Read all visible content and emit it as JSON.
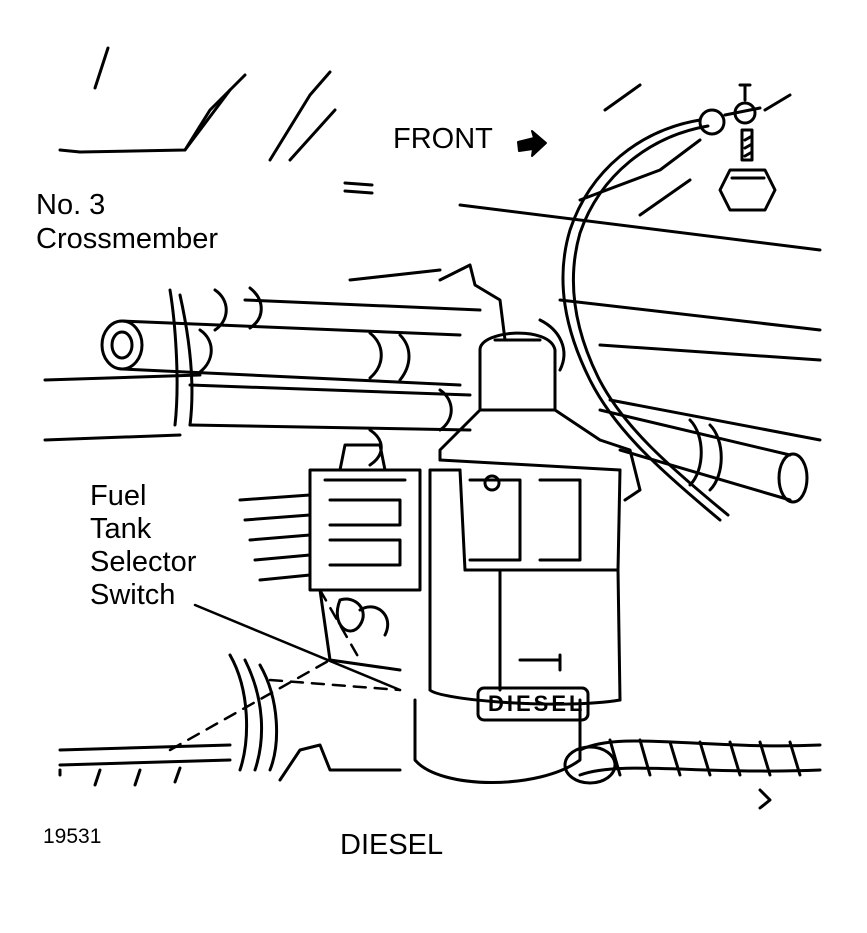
{
  "labels": {
    "front": "FRONT",
    "crossmember_line1": "No. 3",
    "crossmember_line2": "Crossmember",
    "switch_line1": "Fuel",
    "switch_line2": "Tank",
    "switch_line3": "Selector",
    "switch_line4": "Switch",
    "figure_number": "19531",
    "caption": "DIESEL",
    "switch_stamp": "DIESEL"
  },
  "colors": {
    "ink": "#000000",
    "paper": "#ffffff"
  },
  "icons": {
    "front_arrow": "arrow-right-icon"
  }
}
